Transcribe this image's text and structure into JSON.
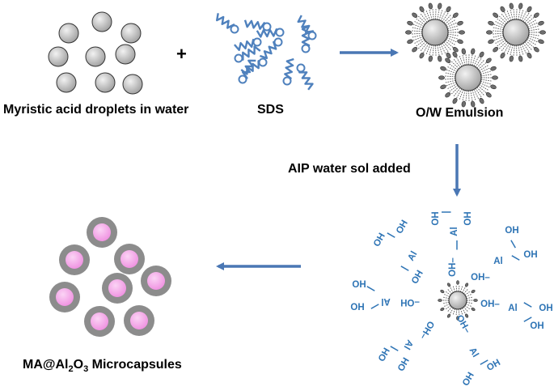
{
  "labels": {
    "droplets": "Myristic acid droplets in water",
    "plus": "+",
    "sds": "SDS",
    "emulsion": "O/W Emulsion",
    "aip_step": "AIP water sol added",
    "product_prefix": "MA@Al",
    "product_sub1": "2",
    "product_mid": "O",
    "product_sub2": "3",
    "product_suffix": " Microcapsules"
  },
  "chem": {
    "oh": "OH",
    "oh_dash": "OH–",
    "dash_oh": "–OH",
    "al": "Al",
    "pipe": "|"
  },
  "colors": {
    "arrow": "#4a77b4",
    "chem_text": "#2e74b5",
    "droplet": "#c8c8c8",
    "shell": "#8c8c8c",
    "core": "#f4a7e8",
    "surfactant": "#4f81bd"
  }
}
